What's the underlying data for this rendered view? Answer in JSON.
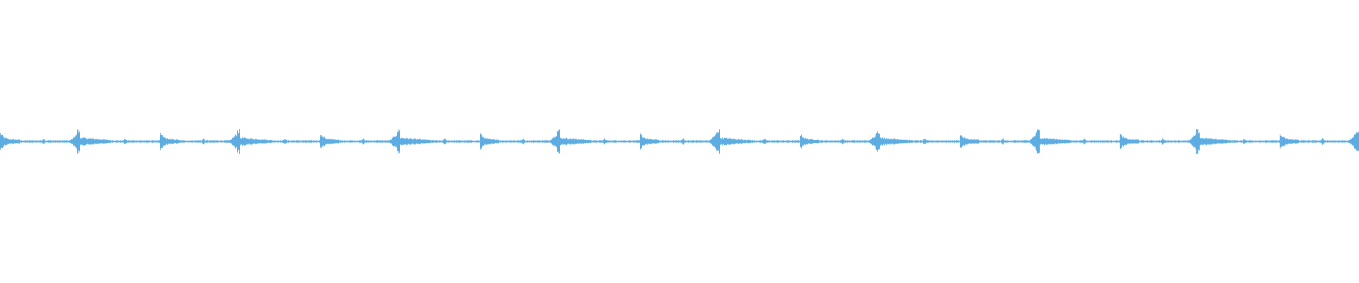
{
  "waveform": {
    "color": "#5dade2",
    "background": "#ffffff",
    "pattern_repeats": 8.5,
    "segments": [
      {
        "position": 0.0,
        "amplitude": 0.18,
        "kind": "onset"
      },
      {
        "position": 0.27,
        "amplitude": 0.08,
        "kind": "bump"
      },
      {
        "position": 0.48,
        "amplitude": 0.3,
        "kind": "burst"
      },
      {
        "position": 0.78,
        "amplitude": 0.08,
        "kind": "bump"
      }
    ]
  }
}
